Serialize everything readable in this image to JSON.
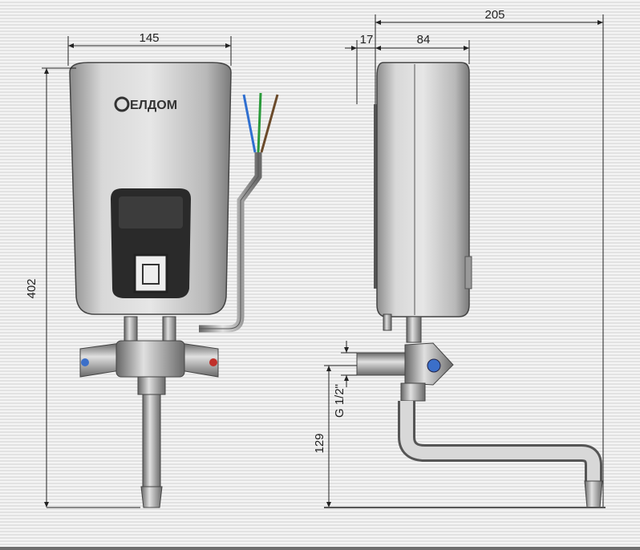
{
  "brand": "ЕЛДОМ",
  "dimensions": {
    "front_width": "145",
    "total_height": "402",
    "mount_depth": "17",
    "body_depth": "84",
    "total_depth": "205",
    "thread": "G 1/2\"",
    "outlet_height": "129"
  },
  "colors": {
    "body": "#c8c8c8",
    "panel": "#2a2a2a",
    "cold": "#3b6fc9",
    "hot": "#c0302a"
  }
}
